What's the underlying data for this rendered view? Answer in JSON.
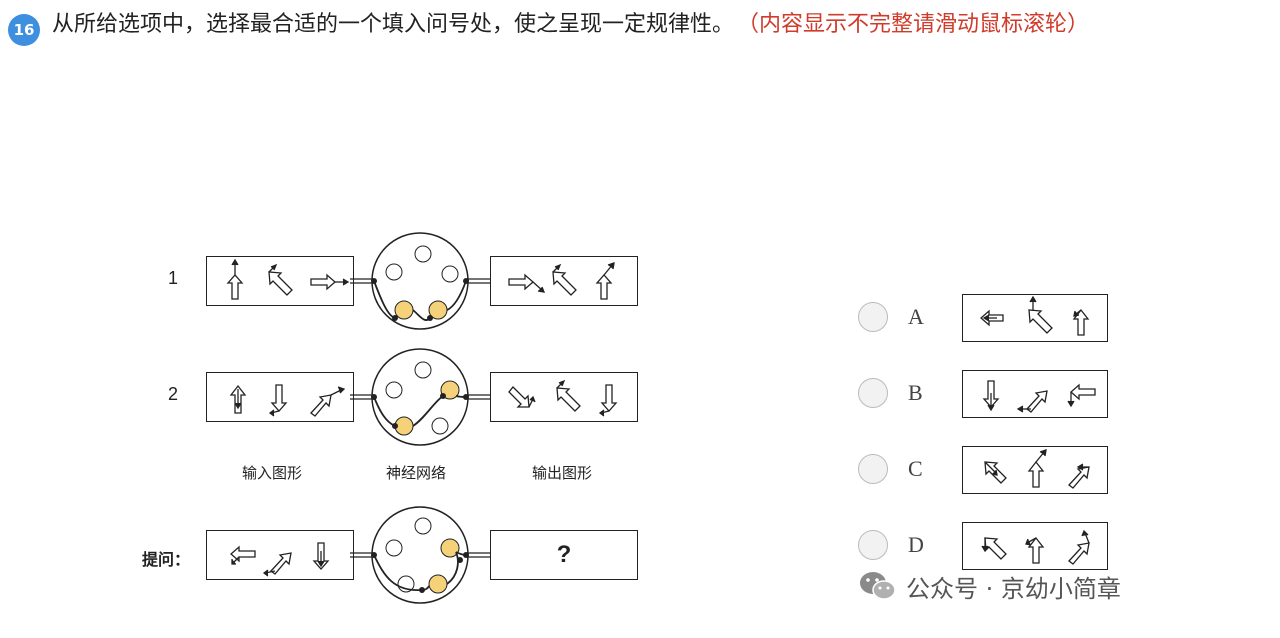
{
  "question": {
    "number": "16",
    "text": "从所给选项中，选择最合适的一个填入问号处，使之呈现一定规律性。",
    "hint": "（内容显示不完整请滑动鼠标滚轮）"
  },
  "figure": {
    "rows": [
      {
        "label": "1"
      },
      {
        "label": "2"
      },
      {
        "label": "提问："
      }
    ],
    "captions": {
      "input": "输入图形",
      "network": "神经网络",
      "output": "输出图形"
    },
    "question_mark": "?"
  },
  "options": [
    {
      "letter": "A"
    },
    {
      "letter": "B"
    },
    {
      "letter": "C"
    },
    {
      "letter": "D"
    }
  ],
  "watermark": {
    "text": "公众号 · 京幼小简章",
    "icon": "wechat-icon"
  },
  "colors": {
    "badge": "#3f8fe0",
    "hint": "#d03b2b",
    "node_filled": "#f5d27a"
  }
}
